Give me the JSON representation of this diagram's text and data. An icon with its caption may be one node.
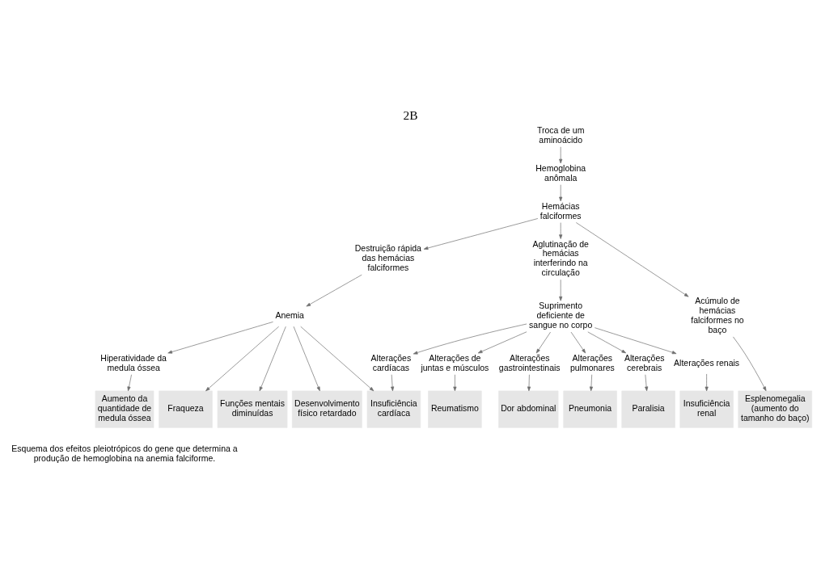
{
  "diagram": {
    "title": "2B",
    "caption": "Esquema dos efeitos pleiotrópicos do gene que determina a produção de hemoglobina na anemia falciforme.",
    "nodes": [
      {
        "text": [
          "Troca de um aminoácido"
        ]
      },
      {
        "text": [
          "Hemoglobina anômala"
        ]
      },
      {
        "text": [
          "Hemácias falciformes"
        ]
      },
      {
        "text": [
          "Destruição rápida das hemácias falciformes"
        ]
      },
      {
        "text": [
          "Aglutinação de hemácias interferindo na circulação"
        ]
      },
      {
        "text": [
          "Acúmulo de hemácias falciformes no baço"
        ]
      },
      {
        "text": [
          "Anemia"
        ]
      },
      {
        "text": [
          "Suprimento deficiente de sangue no corpo"
        ]
      },
      {
        "text": [
          "Hiperatividade da medula óssea"
        ]
      },
      {
        "text": [
          "Alterações cardíacas"
        ]
      },
      {
        "text": [
          "Alterações de juntas e músculos"
        ]
      },
      {
        "text": [
          "Alterações gastrointestinais"
        ]
      },
      {
        "text": [
          "Alterações pulmonares"
        ]
      },
      {
        "text": [
          "Alterações cerebrais"
        ]
      },
      {
        "text": [
          "Alterações renais"
        ]
      },
      {
        "text": [
          "Fraqueza"
        ]
      },
      {
        "text": [
          "Funções mentais diminuídas"
        ]
      },
      {
        "text": [
          "Pneumonia"
        ]
      },
      {
        "text": [
          "Paralisia"
        ]
      },
      {
        "text": [
          "Insuficiência renal"
        ]
      },
      {
        "text": [
          "Aumento da quantidade de medula óssea"
        ]
      },
      {
        "text": [
          "Desenvolvimento físico retardado"
        ]
      },
      {
        "text": [
          "Insuficiência cardíaca"
        ]
      },
      {
        "text": [
          "Reumatismo"
        ]
      },
      {
        "text": [
          "Dor abdominal"
        ]
      },
      {
        "text": [
          "Esplenomegalia (aumento do tamanho do baço)"
        ]
      }
    ],
    "edges": [
      {
        "from": 0,
        "to": 1,
        "arrow": "to"
      },
      {
        "from": 1,
        "to": 2,
        "arrow": "to"
      },
      {
        "from": 2,
        "to": 3,
        "arrow": "to"
      },
      {
        "from": 2,
        "to": 4,
        "arrow": "to"
      },
      {
        "from": 2,
        "to": 5,
        "arrow": "to"
      },
      {
        "from": 3,
        "to": 6,
        "arrow": "to"
      },
      {
        "from": 4,
        "to": 7,
        "arrow": "to"
      },
      {
        "from": 6,
        "to": 8,
        "arrow": "to"
      },
      {
        "from": 6,
        "to": 15,
        "arrow": "to"
      },
      {
        "from": 6,
        "to": 21,
        "arrow": "to"
      },
      {
        "from": 6,
        "to": 16,
        "arrow": "to"
      },
      {
        "from": 6,
        "to": 22,
        "arrow": "to"
      },
      {
        "from": 7,
        "to": 9,
        "arrow": "to"
      },
      {
        "from": 7,
        "to": 12,
        "arrow": "to"
      },
      {
        "from": 7,
        "to": 10,
        "arrow": "to"
      },
      {
        "from": 7,
        "to": 13,
        "arrow": "to"
      },
      {
        "from": 7,
        "to": 11,
        "arrow": "to"
      },
      {
        "from": 7,
        "to": 14,
        "arrow": "to"
      },
      {
        "from": 8,
        "to": 20,
        "arrow": "to"
      },
      {
        "from": 9,
        "to": 22,
        "arrow": "to"
      },
      {
        "from": 10,
        "to": 23,
        "arrow": "to"
      },
      {
        "from": 11,
        "to": 24,
        "arrow": "to"
      },
      {
        "from": 12,
        "to": 17,
        "arrow": "to"
      },
      {
        "from": 13,
        "to": 18,
        "arrow": "to"
      },
      {
        "from": 14,
        "to": 19,
        "arrow": "to"
      },
      {
        "from": 5,
        "to": 25,
        "arrow": "to"
      }
    ]
  }
}
